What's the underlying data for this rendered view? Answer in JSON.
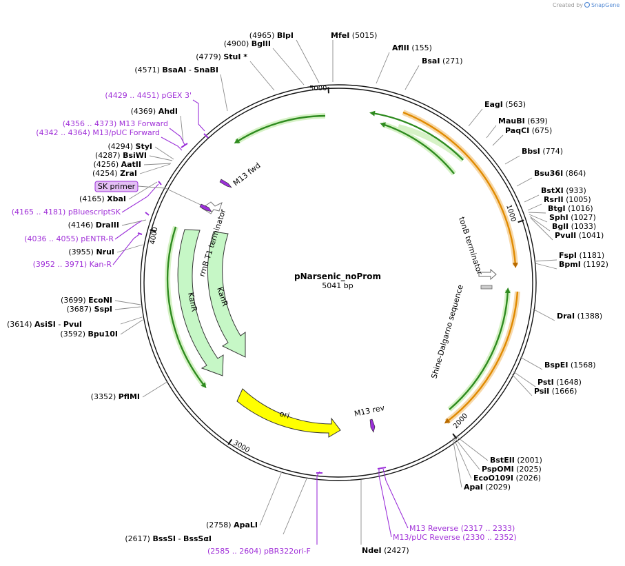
{
  "credit": {
    "prefix": "Created by",
    "brand": "SnapGene"
  },
  "map": {
    "name": "pNarsenic_noProm",
    "length_label": "5041 bp",
    "total_bp": 5041
  },
  "ticks": [
    {
      "pos": 1000,
      "label": "1000"
    },
    {
      "pos": 2000,
      "label": "2000"
    },
    {
      "pos": 3000,
      "label": "3000"
    },
    {
      "pos": 4000,
      "label": "4000"
    },
    {
      "pos": 5000,
      "label": "5000"
    }
  ],
  "features": [
    {
      "name": "tonB terminator",
      "kind": "terminator"
    },
    {
      "name": "Shine-Dalgarno sequence",
      "kind": "rbs"
    },
    {
      "name": "M13 rev",
      "kind": "primer-site"
    },
    {
      "name": "ori",
      "kind": "rep_origin",
      "color": "#ffff00"
    },
    {
      "name": "KanR",
      "kind": "cds",
      "color": "#c6f7c6"
    },
    {
      "name": "KanR",
      "kind": "cds",
      "color": "#c6f7c6"
    },
    {
      "name": "rrnB T1 terminator",
      "kind": "terminator"
    },
    {
      "name": "M13 fwd",
      "kind": "primer-site"
    }
  ],
  "sites": [
    {
      "id": "mfei",
      "name": "MfeI",
      "pos": "(5015)"
    },
    {
      "id": "blpi",
      "name": "BlpI",
      "pos": "(4965)"
    },
    {
      "id": "bglii",
      "name": "BglII",
      "pos": "(4900)"
    },
    {
      "id": "stui",
      "name": "StuI *",
      "pos": "(4779)"
    },
    {
      "id": "bsaai",
      "name": "BsaAI",
      "sep": " - ",
      "name2": "SnaBI",
      "pos": "(4571)"
    },
    {
      "id": "aflii",
      "name": "AflII",
      "pos": "(155)"
    },
    {
      "id": "bsai",
      "name": "BsaI",
      "pos": "(271)"
    },
    {
      "id": "eagi",
      "name": "EagI",
      "pos": "(563)"
    },
    {
      "id": "maubi",
      "name": "MauBI",
      "pos": "(639)"
    },
    {
      "id": "paqci",
      "name": "PaqCI",
      "pos": "(675)"
    },
    {
      "id": "bbsi",
      "name": "BbsI",
      "pos": "(774)"
    },
    {
      "id": "bsu36i",
      "name": "Bsu36I",
      "pos": "(864)"
    },
    {
      "id": "bstxi",
      "name": "BstXI",
      "pos": "(933)"
    },
    {
      "id": "rsrii",
      "name": "RsrII",
      "pos": "(1005)"
    },
    {
      "id": "btgi",
      "name": "BtgI",
      "pos": "(1016)"
    },
    {
      "id": "sphi",
      "name": "SphI",
      "pos": "(1027)"
    },
    {
      "id": "bgli",
      "name": "BglI",
      "pos": "(1033)"
    },
    {
      "id": "pvuii",
      "name": "PvuII",
      "pos": "(1041)"
    },
    {
      "id": "fspi",
      "name": "FspI",
      "pos": "(1181)"
    },
    {
      "id": "bpmi",
      "name": "BpmI",
      "pos": "(1192)"
    },
    {
      "id": "drai",
      "name": "DraI",
      "pos": "(1388)"
    },
    {
      "id": "bspei",
      "name": "BspEI",
      "pos": "(1568)"
    },
    {
      "id": "psti",
      "name": "PstI",
      "pos": "(1648)"
    },
    {
      "id": "psii",
      "name": "PsiI",
      "pos": "(1666)"
    },
    {
      "id": "bsteii",
      "name": "BstEII",
      "pos": "(2001)"
    },
    {
      "id": "pspomi",
      "name": "PspOMI",
      "pos": "(2025)"
    },
    {
      "id": "ecoo109i",
      "name": "EcoO109I",
      "pos": "(2026)"
    },
    {
      "id": "apai",
      "name": "ApaI",
      "pos": "(2029)"
    },
    {
      "id": "ndei",
      "name": "NdeI",
      "pos": "(2427)"
    },
    {
      "id": "apali",
      "name": "ApaLI",
      "pos": "(2758)"
    },
    {
      "id": "bsssi",
      "name": "BssSI",
      "sep": " - ",
      "name2": "BssSαI",
      "pos": "(2617)"
    },
    {
      "id": "pflmi",
      "name": "PflMI",
      "pos": "(3352)"
    },
    {
      "id": "econi",
      "name": "EcoNI",
      "pos": "(3699)"
    },
    {
      "id": "sspi",
      "name": "SspI",
      "pos": "(3687)"
    },
    {
      "id": "asisi",
      "name": "AsiSI",
      "sep": " - ",
      "name2": "PvuI",
      "pos": "(3614)"
    },
    {
      "id": "bpu10i",
      "name": "Bpu10I",
      "pos": "(3592)"
    },
    {
      "id": "nrui",
      "name": "NruI",
      "pos": "(3955)"
    },
    {
      "id": "draiii",
      "name": "DraIII",
      "pos": "(4146)"
    },
    {
      "id": "xbai",
      "name": "XbaI",
      "pos": "(4165)"
    },
    {
      "id": "zrai",
      "name": "ZraI",
      "pos": "(4254)"
    },
    {
      "id": "aatii",
      "name": "AatII",
      "pos": "(4256)"
    },
    {
      "id": "bsiwi",
      "name": "BsiWI",
      "pos": "(4287)"
    },
    {
      "id": "styi",
      "name": "StyI",
      "pos": "(4294)"
    },
    {
      "id": "ahdi",
      "name": "AhdI",
      "pos": "(4369)"
    }
  ],
  "primers": [
    {
      "id": "pgex3",
      "range": "(4429 .. 4451)",
      "name": "pGEX 3'"
    },
    {
      "id": "m13fwd",
      "range": "(4356 .. 4373)",
      "name": "M13 Forward"
    },
    {
      "id": "m13pucfwd",
      "range": "(4342 .. 4364)",
      "name": "M13/pUC Forward"
    },
    {
      "id": "pbluescriptsk",
      "range": "(4165 .. 4181)",
      "name": "pBluescriptSK"
    },
    {
      "id": "pentr",
      "range": "(4036 .. 4055)",
      "name": "pENTR-R"
    },
    {
      "id": "kanr",
      "range": "(3952 .. 3971)",
      "name": "Kan-R"
    },
    {
      "id": "m13rev",
      "name": "M13 Reverse",
      "range": "(2317 .. 2333)"
    },
    {
      "id": "m13pucrev",
      "name": "M13/pUC Reverse",
      "range": "(2330 .. 2352)"
    },
    {
      "id": "pbr322",
      "range": "(2585 .. 2604)",
      "name": "pBR322ori-F"
    }
  ],
  "sk_primer": {
    "label": "SK primer"
  },
  "colors": {
    "kanr_fill": "#c6f7c6",
    "ori_fill": "#ffff00",
    "orange_arc": "#e08a00",
    "green_arc": "#2e8b1f",
    "primer_purple": "#9b30d9"
  }
}
